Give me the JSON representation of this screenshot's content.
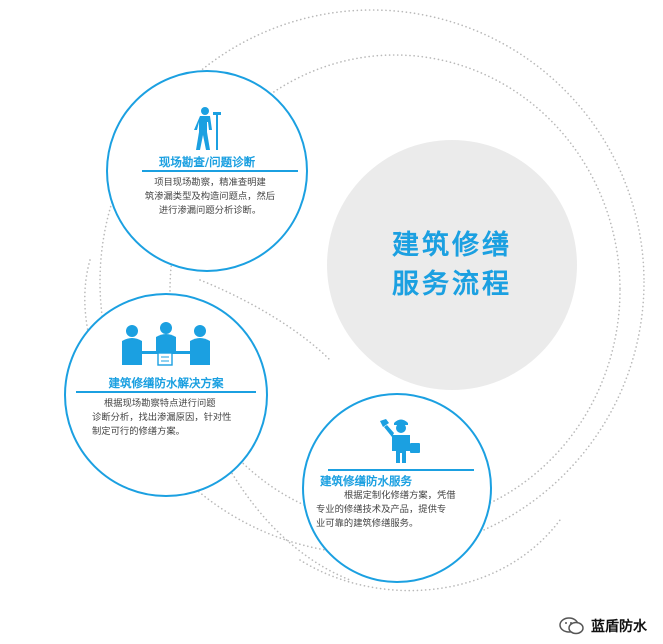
{
  "center": {
    "line1": "建筑修缮",
    "line2": "服务流程"
  },
  "steps": [
    {
      "title": "现场勘查/问题诊断",
      "lines": [
        "项目现场勘察，精准查明建",
        "筑渗漏类型及构造问题点，然后",
        "进行渗漏问题分析诊断。"
      ],
      "icon": "surveyor-icon"
    },
    {
      "title": "建筑修缮防水解决方案",
      "lines": [
        "根据现场勘察特点进行问题",
        "诊断分析，找出渗漏原因，针对性",
        "制定可行的修缮方案。"
      ],
      "icon": "meeting-icon"
    },
    {
      "title": "建筑修缮防水服务",
      "lines": [
        "根据定制化修缮方案，凭借",
        "专业的修缮技术及产品，提供专",
        "业可靠的建筑修缮服务。"
      ],
      "icon": "worker-icon"
    }
  ],
  "brand": {
    "name": "蓝盾防水",
    "icon": "wechat-icon"
  },
  "colors": {
    "accent": "#1ba0e1",
    "center_bg": "#ebebeb",
    "dots": "#b9b9b9"
  }
}
